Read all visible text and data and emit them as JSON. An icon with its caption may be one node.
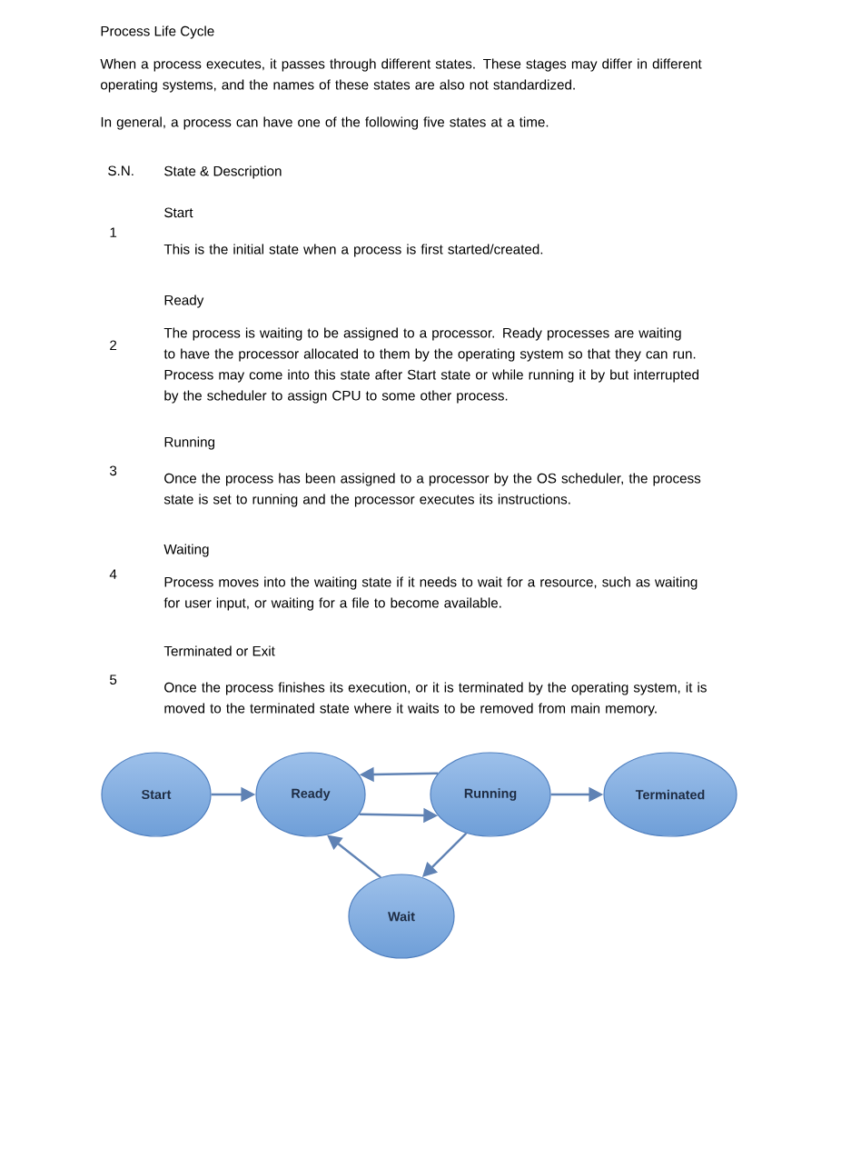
{
  "diagram": {
    "title": "Process Life Cycle",
    "nodes": [
      {
        "text": [
          "Start"
        ]
      },
      {
        "text": [
          "Ready"
        ]
      },
      {
        "text": [
          "Running"
        ]
      },
      {
        "text": [
          "Terminated"
        ]
      },
      {
        "text": [
          "Wait"
        ]
      }
    ],
    "edges": [
      {
        "from": 0,
        "to": 1,
        "arrow": "to"
      },
      {
        "from": 2,
        "to": 1,
        "arrow": "to"
      },
      {
        "from": 1,
        "to": 2,
        "arrow": "to"
      },
      {
        "from": 2,
        "to": 3,
        "arrow": "to"
      },
      {
        "from": 2,
        "to": 4,
        "arrow": "to"
      },
      {
        "from": 4,
        "to": 1,
        "arrow": "to"
      }
    ],
    "labels": [
      "When a process executes, it passes through different states. These stages may differ in different operating systems, and the names of these states are also not standardized.",
      "In general, a process can have one of the following five states at a time.",
      "S.N.",
      "State & Description",
      "1",
      "Start",
      "This is the initial state when a process is first started/created.",
      "2",
      "Ready",
      "The process is waiting to be assigned to a processor. Ready processes are waiting to have the processor allocated to them by the operating system so that they can run. Process may come into this state after Start state or while running it by but interrupted by the scheduler to assign CPU to some other process.",
      "3",
      "Running",
      "Once the process has been assigned to a processor by the OS scheduler, the process state is set to running and the processor executes its instructions.",
      "4",
      "Waiting",
      "Process moves into the waiting state if it needs to wait for a resource, such as waiting for user input, or waiting for a file to become available.",
      "5",
      "Terminated or Exit",
      "Once the process finishes its execution, or it is terminated by the operating system, it is moved to the terminated state where it waits to be removed from main memory."
    ]
  }
}
